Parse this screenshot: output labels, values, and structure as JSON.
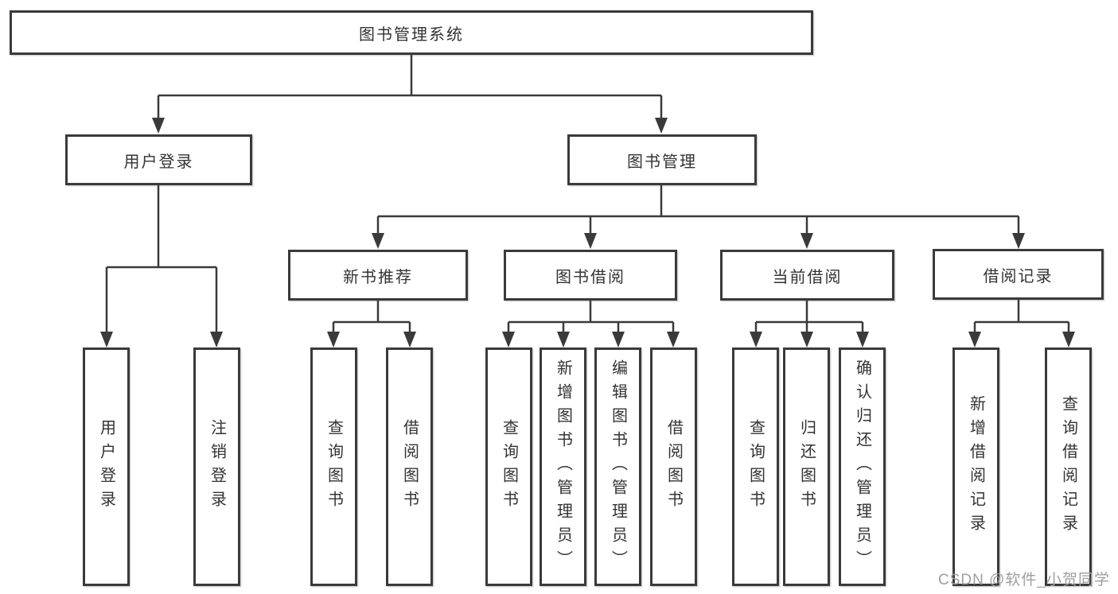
{
  "diagram": {
    "watermark": "CSDN @软件_小贺同学",
    "colors": {
      "line": "#3a3a3a",
      "box_border": "#3a3a3a",
      "text": "#333333",
      "watermark_text": "#9e9e9e",
      "background": "#ffffff"
    },
    "nodes": {
      "root": "图书管理系统",
      "user_login": "用户登录",
      "book_management": "图书管理",
      "login": "用户登录",
      "logout": "注销登录",
      "new_book_recommend": "新书推荐",
      "book_borrowing": "图书借阅",
      "current_borrowing": "当前借阅",
      "borrowing_records": "借阅记录",
      "recommend_query_books": "查询图书",
      "recommend_borrow_books": "借阅图书",
      "borrowing_query_books": "查询图书",
      "borrowing_add_books": "新增图书（管理员）",
      "borrowing_edit_books": "编辑图书（管理员）",
      "borrowing_borrow_books": "借阅图书",
      "current_query_books": "查询图书",
      "current_return_books": "归还图书",
      "current_confirm_return": "确认归还（管理员）",
      "records_add_record": "新增借阅记录",
      "records_query_record": "查询借阅记录"
    }
  }
}
